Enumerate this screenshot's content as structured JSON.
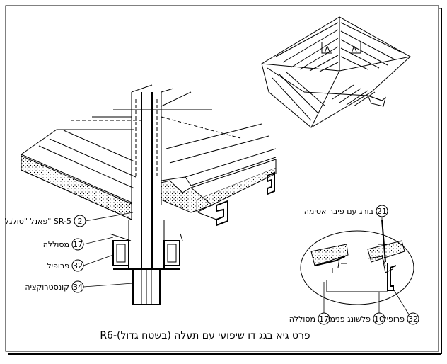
{
  "caption": "R6-פרט גיא בגג דו שיפועי עם תעלה (בשטח גדול)",
  "view_marks": [
    "A",
    "A"
  ],
  "callouts_left": [
    {
      "num": "2",
      "text": "פאנל \"סולגל\" SR-5"
    },
    {
      "num": "17",
      "text": "מסוללה"
    },
    {
      "num": "32",
      "text": "פרופיל"
    },
    {
      "num": "34",
      "text": "קונסטרוקציה"
    }
  ],
  "callouts_detail": [
    {
      "num": "21",
      "text": "בורג עם פיבר אטימה"
    },
    {
      "num": "17",
      "text": "מסוללה"
    },
    {
      "num": "10",
      "text": "פלשונג פנימי"
    },
    {
      "num": "32",
      "text": "פרופיל"
    }
  ]
}
